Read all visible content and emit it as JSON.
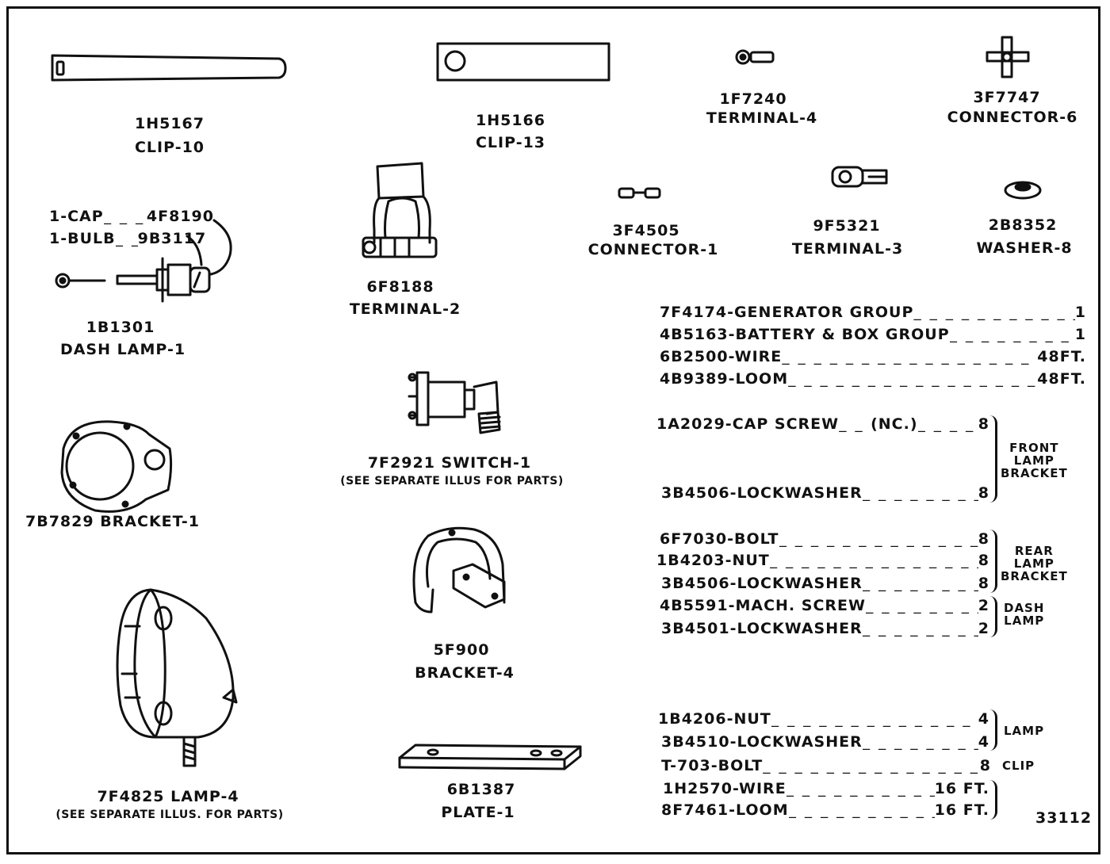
{
  "parts": [
    {
      "id": "clip10",
      "number": "1H5167",
      "name": "CLIP-10"
    },
    {
      "id": "clip13",
      "number": "1H5166",
      "name": "CLIP-13"
    },
    {
      "id": "terminal4",
      "number": "1F7240",
      "name": "TERMINAL-4"
    },
    {
      "id": "connector6",
      "number": "3F7747",
      "name": "CONNECTOR-6"
    },
    {
      "id": "terminal2",
      "number": "6F8188",
      "name": "TERMINAL-2"
    },
    {
      "id": "connector1",
      "number": "3F4505",
      "name": "CONNECTOR-1"
    },
    {
      "id": "terminal3",
      "number": "9F5321",
      "name": "TERMINAL-3"
    },
    {
      "id": "washer8",
      "number": "2B8352",
      "name": "WASHER-8"
    },
    {
      "id": "dashlamp",
      "number": "1B1301",
      "name": "DASH LAMP-1"
    },
    {
      "id": "switch",
      "label": "7F2921 SWITCH-1",
      "note": "(SEE SEPARATE ILLUS FOR PARTS)"
    },
    {
      "id": "bracket1",
      "label": "7B7829 BRACKET-1"
    },
    {
      "id": "bracket4",
      "number": "5F900",
      "name": "BRACKET-4"
    },
    {
      "id": "lamp4",
      "label": "7F4825 LAMP-4",
      "note": "(SEE SEPARATE ILLUS. FOR PARTS)"
    },
    {
      "id": "plate1",
      "number": "6B1387",
      "name": "PLATE-1"
    }
  ],
  "dash_lamp_callouts": {
    "cap": {
      "label": "1-CAP",
      "number": "4F8190"
    },
    "bulb": {
      "label": "1-BULB",
      "number": "9B3117"
    }
  },
  "parts_list": [
    {
      "item": "7F4174-GENERATOR GROUP",
      "qty": "1"
    },
    {
      "item": "4B5163-BATTERY & BOX GROUP",
      "qty": "1"
    },
    {
      "item": "6B2500-WIRE",
      "qty": "48FT."
    },
    {
      "item": "4B9389-LOOM",
      "qty": "48FT."
    },
    {
      "item": "1A2029-CAP SCREW",
      "extra": "(NC.)",
      "qty": "8"
    },
    {
      "item": "3B4506-LOCKWASHER",
      "qty": "8"
    },
    {
      "item": "6F7030-BOLT",
      "qty": "8"
    },
    {
      "item": "1B4203-NUT",
      "qty": "8"
    },
    {
      "item": "3B4506-LOCKWASHER",
      "qty": "8"
    },
    {
      "item": "4B5591-MACH. SCREW",
      "qty": "2"
    },
    {
      "item": "3B4501-LOCKWASHER",
      "qty": "2"
    },
    {
      "item": "1B4206-NUT",
      "qty": "4"
    },
    {
      "item": "3B4510-LOCKWASHER",
      "qty": "4"
    },
    {
      "item": "T-703-BOLT",
      "qty": "8"
    },
    {
      "item": "1H2570-WIRE",
      "qty": "16 FT."
    },
    {
      "item": "8F7461-LOOM",
      "qty": "16 FT."
    }
  ],
  "groups": {
    "front_lamp_bracket": [
      "FRONT",
      "LAMP",
      "BRACKET"
    ],
    "rear_lamp_bracket": [
      "REAR",
      "LAMP",
      "BRACKET"
    ],
    "dash_lamp": [
      "DASH",
      "LAMP"
    ],
    "lamp": "LAMP",
    "clip": "CLIP"
  },
  "dashes": "_ _ _ _ _ _ _ _ _ _ _ _ _ _ _ _ _ _ _ _ _ _ _ _ _ _ _ _",
  "short_dashes": "_ _ _ _",
  "figure_number": "33112"
}
